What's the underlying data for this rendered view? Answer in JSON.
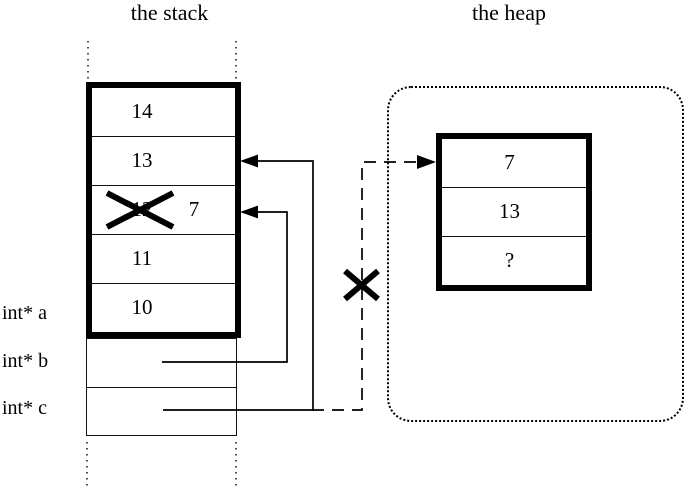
{
  "colors": {
    "ink": "#000000",
    "background": "#ffffff"
  },
  "stack": {
    "title": "the stack",
    "cells": [
      {
        "value": "14"
      },
      {
        "value": "13"
      },
      {
        "value": "12",
        "crossed_out": true,
        "new_value": "7"
      },
      {
        "value": "11"
      },
      {
        "value": "10"
      }
    ],
    "pointer_vars": [
      {
        "label": "int* a"
      },
      {
        "label": "int* b"
      },
      {
        "label": "int* c"
      }
    ]
  },
  "heap": {
    "title": "the heap",
    "cells": [
      {
        "value": "7"
      },
      {
        "value": "13"
      },
      {
        "value": "?"
      }
    ]
  }
}
